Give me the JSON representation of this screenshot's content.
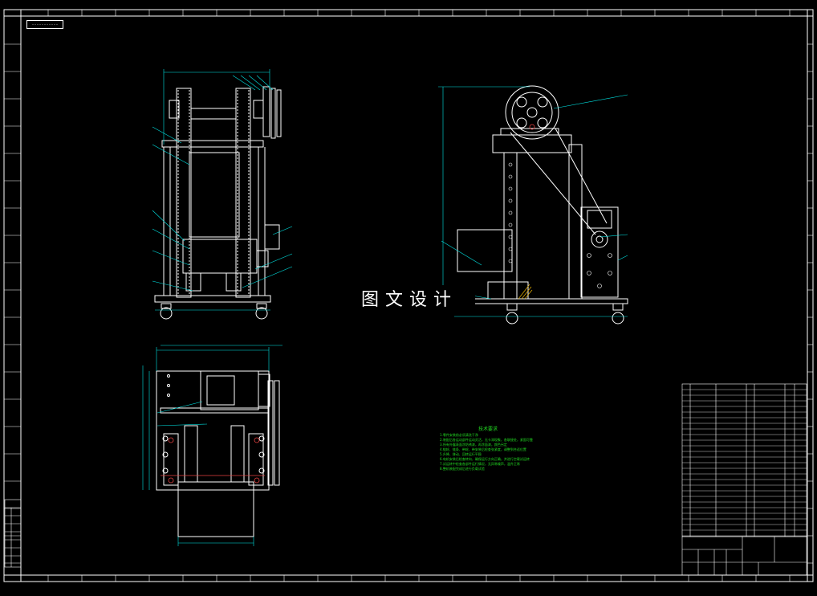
{
  "drawing": {
    "watermark": "图文设计",
    "title_stamp": "...........",
    "notes_title": "技术要求",
    "notes_lines": [
      "1.零件安装前必须清洗干净",
      "2.装配后各运动部件运动灵活，无卡滞现象，各联接处，紧固可靠",
      "3.所有外露表面涂防锈漆，再涂面漆，颜色另定",
      "4.链轮、链条、带轮、带安装后检查张紧度，调整到合适位置",
      "5.升降、移动、回转运行平稳",
      "6.电机安装后检查转向，确保运行方向正确，并进行空载试运转",
      "7.试运转中检查各部件运行情况，无异常噪声，温升正常",
      "8.整机装配完成后进行负载试验"
    ],
    "colors": {
      "background": "#000000",
      "outline": "#ffffff",
      "dimension": "#00e5e5",
      "centerline": "#e54040",
      "notes": "#22dd22"
    }
  }
}
